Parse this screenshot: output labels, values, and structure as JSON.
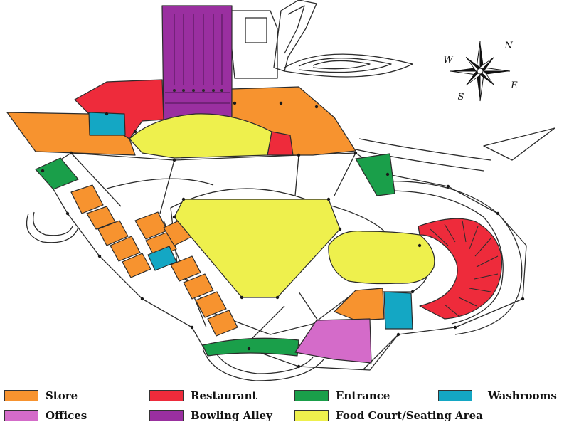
{
  "compass": {
    "n": "N",
    "s": "S",
    "e": "E",
    "w": "W"
  },
  "colors": {
    "store": "#f7932f",
    "restaurant": "#ee2b3b",
    "entrance": "#1a9f4a",
    "washrooms": "#14a7c4",
    "offices": "#d46bc9",
    "bowling": "#9a2fa0",
    "food": "#eef04d",
    "line": "#2b2b2b"
  },
  "legend": {
    "store": "Store",
    "restaurant": "Restaurant",
    "entrance": "Entrance",
    "washrooms": "Washrooms",
    "offices": "Offices",
    "bowling": "Bowling Alley",
    "food": "Food Court/Seating Area"
  }
}
